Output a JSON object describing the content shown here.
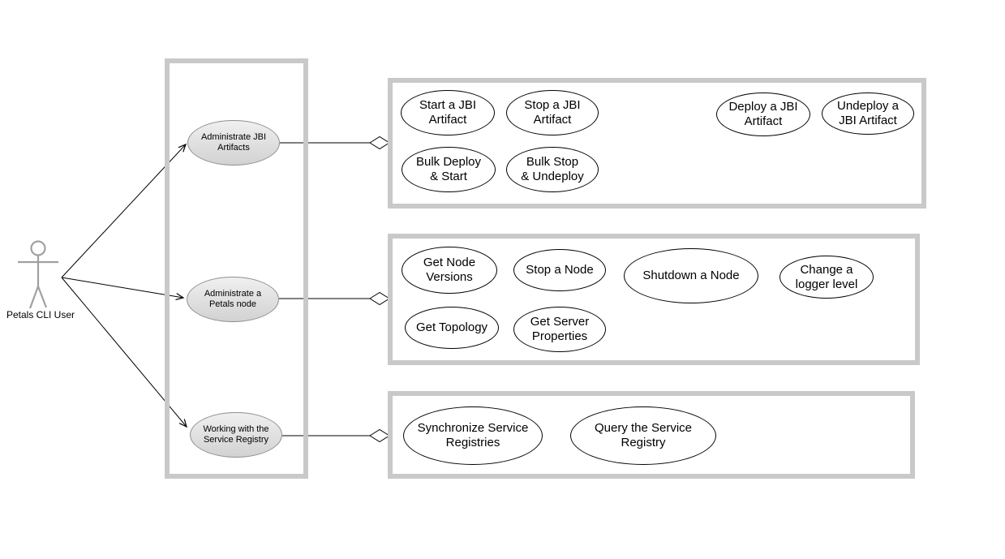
{
  "diagram_type": "uml-use-case",
  "actor": {
    "name": "Petals CLI User"
  },
  "subjects": [
    {
      "label": "Administrate JBI\nArtifacts"
    },
    {
      "label": "Administrate a\nPetals node"
    },
    {
      "label": "Working with the\nService Registry"
    }
  ],
  "packages": [
    {
      "usecases": [
        "Start a JBI\nArtifact",
        "Stop a JBI\nArtifact",
        "Deploy a JBI\nArtifact",
        "Undeploy a\nJBI Artifact",
        "Bulk Deploy\n& Start",
        "Bulk Stop\n& Undeploy"
      ]
    },
    {
      "usecases": [
        "Get Node\nVersions",
        "Stop a Node",
        "Shutdown a Node",
        "Change a\nlogger level",
        "Get Topology",
        "Get Server\nProperties"
      ]
    },
    {
      "usecases": [
        "Synchronize Service\nRegistries",
        "Query the Service\nRegistry"
      ]
    }
  ],
  "colors": {
    "package_border": "#c9c9c9",
    "usecase_fill": "#ffffff",
    "usecase_border": "#000000",
    "subject_fill_top": "#f0f0f0",
    "subject_fill_bottom": "#d2d2d2",
    "subject_border": "#8f8f8f",
    "actor_stroke": "#a0a0a0",
    "connector": "#000000"
  }
}
